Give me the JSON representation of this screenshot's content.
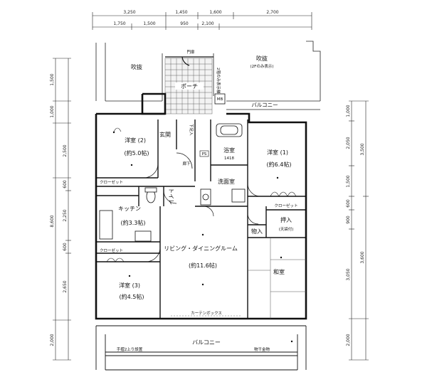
{
  "dimensions": {
    "top_row1": [
      "3,250",
      "1,450",
      "1,600",
      "2,700"
    ],
    "top_row2": [
      "1,750",
      "1,500",
      "950",
      "2,100"
    ],
    "left_col1": [
      "1,500",
      "1,000",
      "2,500",
      "600",
      "2,250",
      "600",
      "2,650",
      "2,000"
    ],
    "left_total": "8,600",
    "right_col1": [
      "1,000",
      "2,050",
      "1,500",
      "600",
      "900",
      "3,050",
      "2,000"
    ],
    "right_col2": [
      "3,500",
      "3,600"
    ]
  },
  "rooms": {
    "fukinuke_left": "吹抜",
    "fukinuke_right": "吹抜",
    "fukinuke_right_note": "(2Fのみ表示)",
    "gate": "門扉",
    "gate_note": "2階のみ表示梯子",
    "porch": "ポーチ",
    "mb": "MB",
    "balcony_top": "バルコニー",
    "yoshitsu2": "洋室 (2)",
    "yoshitsu2_size": "(約5.0帖)",
    "genkan": "玄関",
    "shoe": "下足入",
    "yokushitsu": "浴室",
    "yokushitsu_size": "1418",
    "yoshitsu1": "洋室 (1)",
    "yoshitsu1_size": "(約6.4帖)",
    "rouka": "廊下",
    "ps": "PS",
    "senmen": "洗面室",
    "closet_top": "クローゼット",
    "toilet": "トイレ",
    "closet_right": "クローゼット",
    "kitchen": "キッチン",
    "kitchen_size": "(約3.3帖)",
    "oshiire": "押入",
    "oshiire_note": "(天袋付)",
    "mono_ire": "物入",
    "closet_bottom": "クローゼット",
    "living": "リビング・ダイニングルーム",
    "living_size": "(約11.6帖)",
    "washitsu": "和室",
    "yoshitsu3": "洋室 (3)",
    "yoshitsu3_size": "(約4.5帖)",
    "curtain_box": "カーテンボックス",
    "balcony_bottom": "バルコニー",
    "handrail": "手摺2上り設置",
    "hoshi": "物干金物"
  }
}
